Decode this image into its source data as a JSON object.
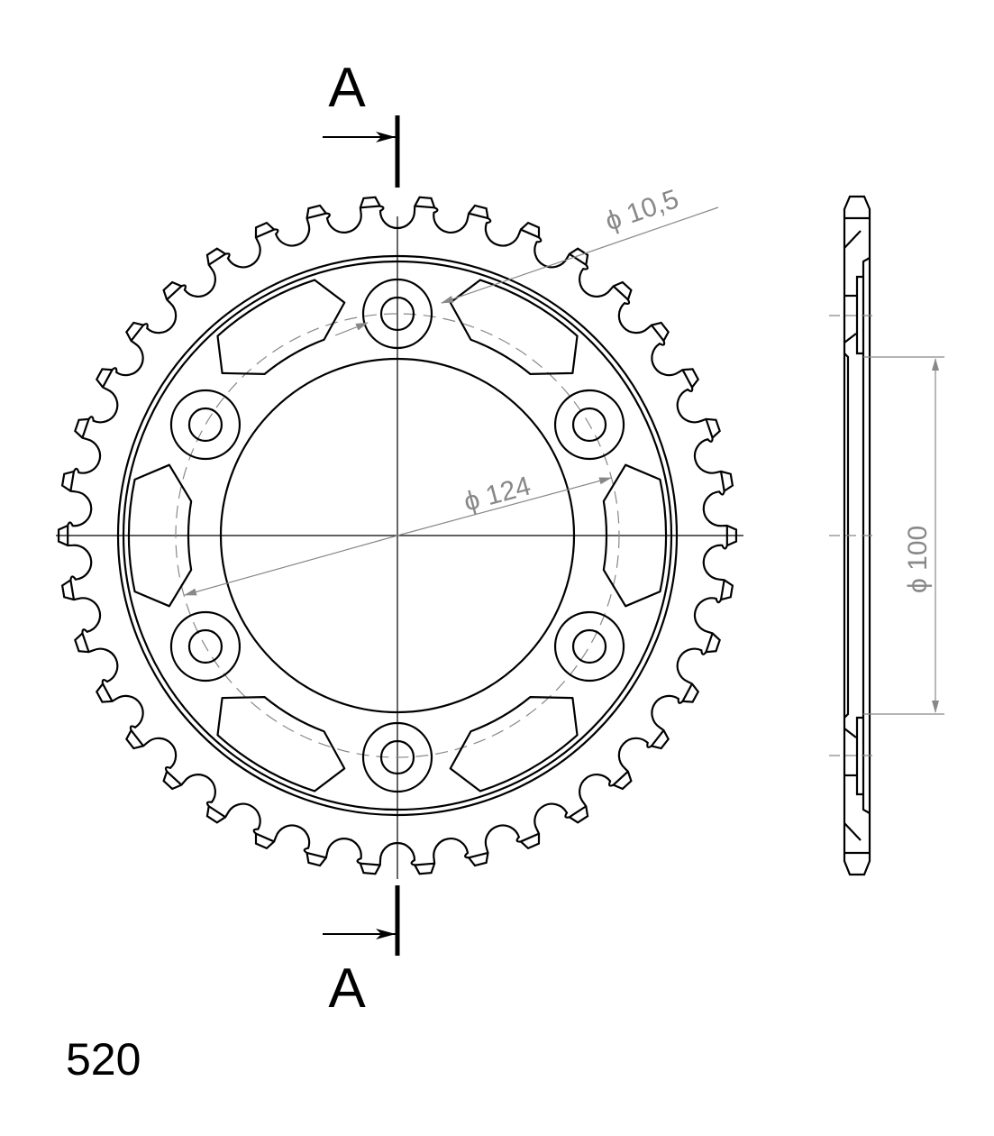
{
  "section_marker": {
    "top_label": "A",
    "bottom_label": "A"
  },
  "dimensions": {
    "bolt_hole_diameter": "ϕ 10,5",
    "bolt_circle_diameter": "ϕ 124",
    "center_bore_diameter": "ϕ 100"
  },
  "chain_size": "520",
  "colors": {
    "line": "#000000",
    "dimension": "#888888"
  }
}
